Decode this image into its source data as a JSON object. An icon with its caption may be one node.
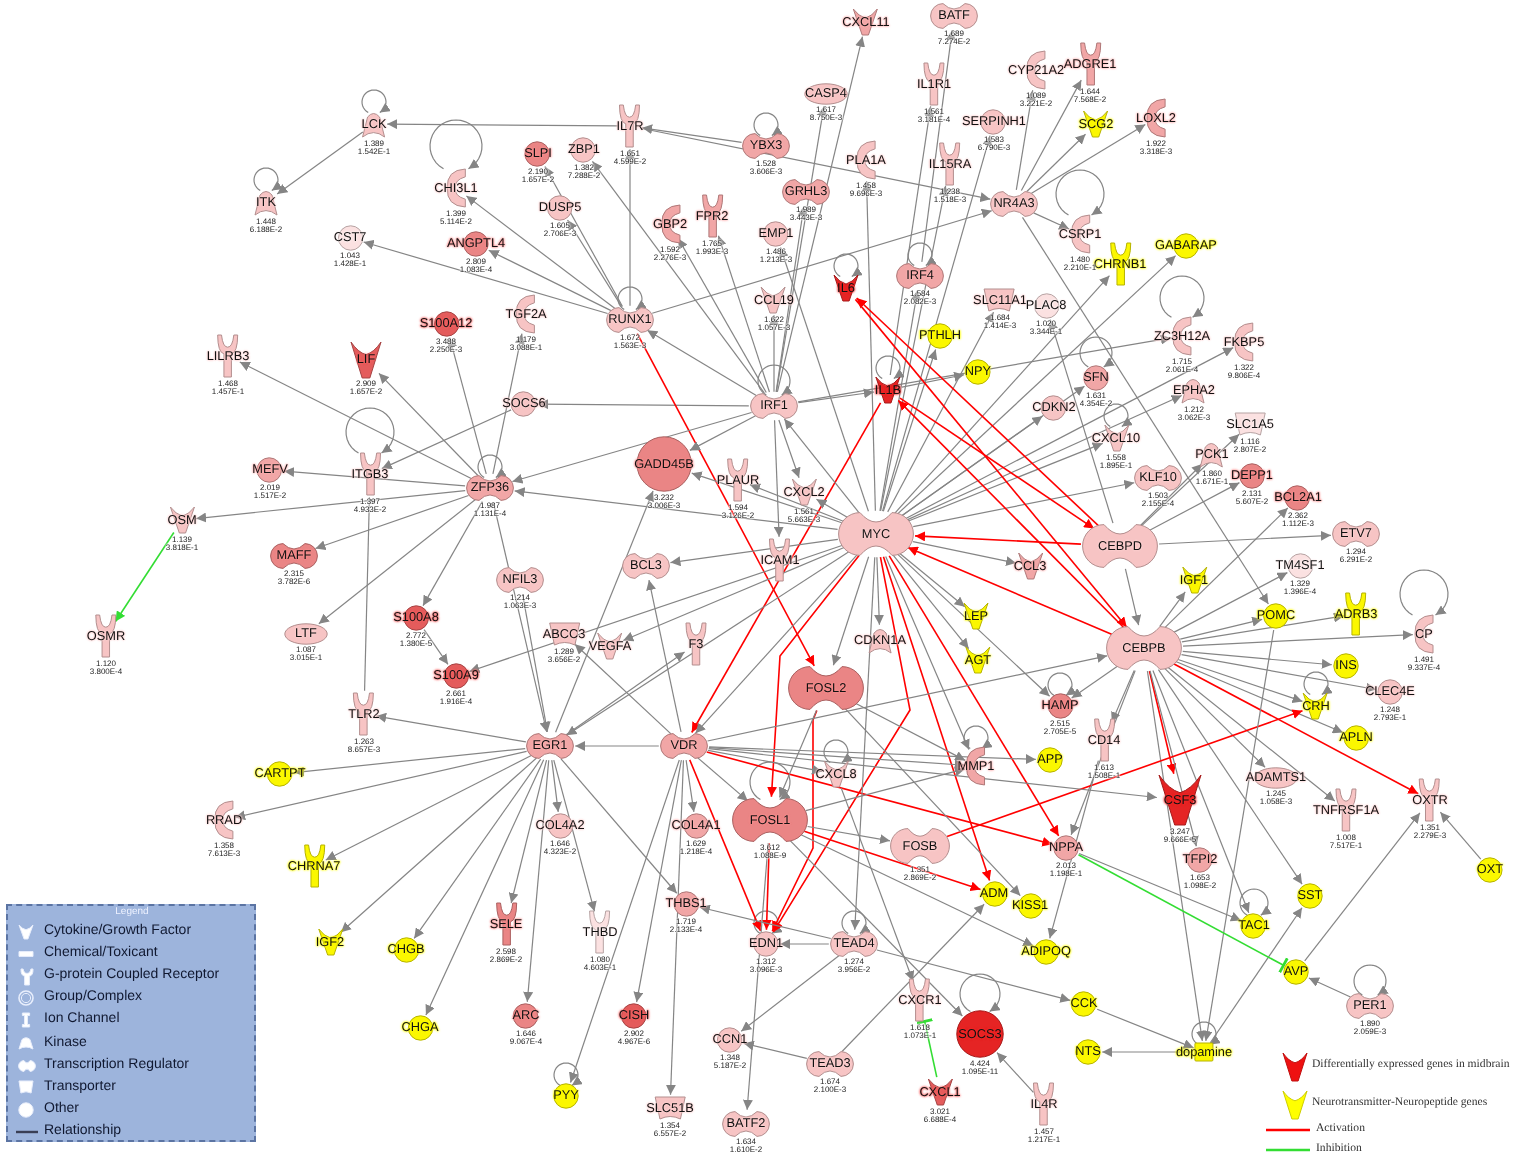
{
  "diagram": {
    "nodes": [
      {
        "text": [
          "CXCL11"
        ]
      },
      {
        "text": [
          "BATF"
        ],
        "beside": [
          "1.689",
          "7.274E-2"
        ]
      },
      {
        "text": [
          "CYP21A2"
        ],
        "beside": [
          "1.089",
          "3.221E-2"
        ]
      },
      {
        "text": [
          "ADGRE1"
        ],
        "beside": [
          "1.644",
          "7.568E-2"
        ]
      },
      {
        "text": [
          "CASP4"
        ],
        "beside": [
          "1.617",
          "8.750E-3"
        ]
      },
      {
        "text": [
          "IL1R1"
        ],
        "beside": [
          "1.561",
          "3.181E-4"
        ]
      },
      {
        "text": [
          "SCG2"
        ]
      },
      {
        "text": [
          "LOXL2"
        ],
        "beside": [
          "1.922",
          "3.318E-3"
        ]
      },
      {
        "text": [
          "LCK"
        ],
        "beside": [
          "1.389",
          "1.542E-1"
        ]
      },
      {
        "text": [
          "IL7R"
        ],
        "beside": [
          "1.651",
          "4.599E-2"
        ]
      },
      {
        "text": [
          "SERPINH1"
        ],
        "beside": [
          "1.583",
          "6.790E-3"
        ]
      },
      {
        "text": [
          "YBX3"
        ],
        "beside": [
          "1.528",
          "3.606E-3"
        ]
      },
      {
        "text": [
          "SLPI"
        ],
        "beside": [
          "2.190",
          "1.657E-2"
        ]
      },
      {
        "text": [
          "ZBP1"
        ],
        "beside": [
          "1.382",
          "7.288E-2"
        ]
      },
      {
        "text": [
          "PLA1A"
        ],
        "beside": [
          "1.458",
          "9.696E-3"
        ]
      },
      {
        "text": [
          "IL15RA"
        ],
        "beside": [
          "1.238",
          "1.518E-3"
        ]
      },
      {
        "text": [
          "CHI3L1"
        ],
        "beside": [
          "1.399",
          "5.114E-2"
        ]
      },
      {
        "text": [
          "GRHL3"
        ],
        "beside": [
          "1.989",
          "3.443E-3"
        ]
      },
      {
        "text": [
          "NR4A3"
        ]
      },
      {
        "text": [
          "ITK"
        ],
        "beside": [
          "1.448",
          "6.188E-2"
        ]
      },
      {
        "text": [
          "DUSP5"
        ],
        "beside": [
          "1.605",
          "2.706E-3"
        ]
      },
      {
        "text": [
          "GBP2"
        ],
        "beside": [
          "1.592",
          "2.276E-3"
        ]
      },
      {
        "text": [
          "FPR2"
        ],
        "beside": [
          "1.765",
          "1.993E-3"
        ]
      },
      {
        "text": [
          "EMP1"
        ],
        "beside": [
          "1.486",
          "1.213E-3"
        ]
      },
      {
        "text": [
          "CSRP1"
        ],
        "beside": [
          "1.480",
          "2.210E-1"
        ]
      },
      {
        "text": [
          "CHRNB1"
        ]
      },
      {
        "text": [
          "GABARAP"
        ]
      },
      {
        "text": [
          "CST7"
        ],
        "beside": [
          "1.043",
          "1.428E-1"
        ]
      },
      {
        "text": [
          "ANGPTL4"
        ],
        "beside": [
          "2.809",
          "1.083E-4"
        ]
      },
      {
        "text": [
          "IL6"
        ]
      },
      {
        "text": [
          "IRF4"
        ],
        "beside": [
          "1.584",
          "2.082E-3"
        ]
      },
      {
        "text": [
          "CCL19"
        ],
        "beside": [
          "1.622",
          "1.057E-3"
        ]
      },
      {
        "text": [
          "TGF2A"
        ],
        "beside": [
          "1.179",
          "3.088E-1"
        ]
      },
      {
        "text": [
          "RUNX1"
        ],
        "beside": [
          "1.672",
          "1.563E-3"
        ]
      },
      {
        "text": [
          "SLC11A1"
        ],
        "beside": [
          "1.684",
          "1.414E-3"
        ]
      },
      {
        "text": [
          "PLAC8"
        ],
        "beside": [
          "1.020",
          "3.344E-1"
        ]
      },
      {
        "text": [
          "S100A12"
        ],
        "beside": [
          "3.488",
          "2.250E-3"
        ]
      },
      {
        "text": [
          "ZC3H12A"
        ],
        "beside": [
          "1.715",
          "2.061E-4"
        ]
      },
      {
        "text": [
          "FKBP5"
        ],
        "beside": [
          "1.322",
          "9.806E-4"
        ]
      },
      {
        "text": [
          "PTHLH"
        ]
      },
      {
        "text": [
          "LIF"
        ],
        "beside": [
          "2.909",
          "1.657E-2"
        ]
      },
      {
        "text": [
          "LILRB3"
        ],
        "beside": [
          "1.468",
          "1.457E-1"
        ]
      },
      {
        "text": [
          "NPY"
        ]
      },
      {
        "text": [
          "SFN"
        ],
        "beside": [
          "1.631",
          "4.354E-2"
        ]
      },
      {
        "text": [
          "EPHA2"
        ],
        "beside": [
          "1.212",
          "3.062E-3"
        ]
      },
      {
        "text": [
          "IL1B"
        ]
      },
      {
        "text": [
          "IRF1"
        ]
      },
      {
        "text": [
          "CDKN2"
        ]
      },
      {
        "text": [
          "SOCS6"
        ]
      },
      {
        "text": [
          "SLC1A5"
        ],
        "beside": [
          "1.116",
          "2.807E-2"
        ]
      },
      {
        "text": [
          "CXCL10"
        ],
        "beside": [
          "1.558",
          "1.895E-1"
        ]
      },
      {
        "text": [
          "PCK1"
        ],
        "beside": [
          "1.860",
          "1.671E-1"
        ]
      },
      {
        "text": [
          "ITGB3"
        ],
        "beside": [
          "1.397",
          "4.933E-2"
        ]
      },
      {
        "text": [
          "MEFV"
        ],
        "beside": [
          "2.019",
          "1.517E-2"
        ]
      },
      {
        "text": [
          "ZFP36"
        ],
        "beside": [
          "1.987",
          "1.131E-4"
        ]
      },
      {
        "text": [
          "GADD45B"
        ],
        "beside": [
          "3.232",
          "3.006E-3"
        ]
      },
      {
        "text": [
          "PLAUR"
        ],
        "beside": [
          "1.594",
          "3.126E-2"
        ]
      },
      {
        "text": [
          "CXCL2"
        ],
        "beside": [
          "1.561",
          "5.663E-3"
        ]
      },
      {
        "text": [
          "KLF10"
        ],
        "beside": [
          "1.503",
          "2.155E-4"
        ]
      },
      {
        "text": [
          "DEPP1"
        ],
        "beside": [
          "2.131",
          "5.607E-2"
        ]
      },
      {
        "text": [
          "BCL2A1"
        ],
        "beside": [
          "2.362",
          "1.112E-3"
        ]
      },
      {
        "text": [
          "MYC"
        ]
      },
      {
        "text": [
          "CEBPD"
        ]
      },
      {
        "text": [
          "ETV7"
        ],
        "beside": [
          "1.294",
          "6.291E-2"
        ]
      },
      {
        "text": [
          "OSM"
        ],
        "beside": [
          "1.139",
          "3.818E-1"
        ]
      },
      {
        "text": [
          "MAFF"
        ],
        "beside": [
          "2.315",
          "3.782E-6"
        ]
      },
      {
        "text": [
          "BCL3"
        ]
      },
      {
        "text": [
          "ICAM1"
        ]
      },
      {
        "text": [
          "TM4SF1"
        ],
        "beside": [
          "1.329",
          "1.396E-4"
        ]
      },
      {
        "text": [
          "IGF1"
        ]
      },
      {
        "text": [
          "NFIL3"
        ],
        "beside": [
          "1.214",
          "1.063E-3"
        ]
      },
      {
        "text": [
          "LEP"
        ]
      },
      {
        "text": [
          "POMC"
        ]
      },
      {
        "text": [
          "ADRB3"
        ]
      },
      {
        "text": [
          "CP"
        ],
        "beside": [
          "1.491",
          "9.337E-4"
        ]
      },
      {
        "text": [
          "OSMR"
        ],
        "beside": [
          "1.120",
          "3.800E-4"
        ]
      },
      {
        "text": [
          "LTF"
        ],
        "beside": [
          "1.087",
          "3.015E-1"
        ]
      },
      {
        "text": [
          "S100A8"
        ],
        "beside": [
          "2.772",
          "1.380E-5"
        ]
      },
      {
        "text": [
          "ABCC3"
        ],
        "beside": [
          "1.289",
          "3.656E-2"
        ]
      },
      {
        "text": [
          "VEGFA"
        ]
      },
      {
        "text": [
          "F3"
        ]
      },
      {
        "text": [
          "CDKN1A"
        ]
      },
      {
        "text": [
          "CEBPB"
        ]
      },
      {
        "text": [
          "AGT"
        ]
      },
      {
        "text": [
          "INS"
        ]
      },
      {
        "text": [
          "S100A9"
        ],
        "beside": [
          "2.661",
          "1.916E-4"
        ]
      },
      {
        "text": [
          "FOSL2"
        ]
      },
      {
        "text": [
          "CLEC4E"
        ],
        "beside": [
          "1.248",
          "2.793E-1"
        ]
      },
      {
        "text": [
          "CRH"
        ]
      },
      {
        "text": [
          "HAMP"
        ],
        "beside": [
          "2.515",
          "2.705E-5"
        ]
      },
      {
        "text": [
          "TLR2"
        ],
        "beside": [
          "1.263",
          "8.657E-3"
        ]
      },
      {
        "text": [
          "APLN"
        ]
      },
      {
        "text": [
          "CD14"
        ],
        "beside": [
          "1.613",
          "1.508E-1"
        ]
      },
      {
        "text": [
          "EGR1"
        ]
      },
      {
        "text": [
          "VDR"
        ]
      },
      {
        "text": [
          "CXCL8"
        ]
      },
      {
        "text": [
          "MMP1"
        ]
      },
      {
        "text": [
          "APP"
        ]
      },
      {
        "text": [
          "ADAMTS1"
        ],
        "beside": [
          "1.245",
          "1.058E-3"
        ]
      },
      {
        "text": [
          "CARTPT"
        ]
      },
      {
        "text": [
          "CSF3"
        ],
        "beside": [
          "3.247",
          "9.666E-5"
        ]
      },
      {
        "text": [
          "TNFRSF1A"
        ],
        "beside": [
          "1.008",
          "7.517E-1"
        ]
      },
      {
        "text": [
          "OXTR"
        ],
        "beside": [
          "1.351",
          "2.279E-3"
        ]
      },
      {
        "text": [
          "FOSL1"
        ],
        "beside": [
          "3.612",
          "1.088E-9"
        ]
      },
      {
        "text": [
          "RRAD"
        ],
        "beside": [
          "1.358",
          "7.613E-3"
        ]
      },
      {
        "text": [
          "COL4A2"
        ],
        "beside": [
          "1.646",
          "4.323E-2"
        ]
      },
      {
        "text": [
          "COL4A1"
        ],
        "beside": [
          "1.629",
          "1.218E-4"
        ]
      },
      {
        "text": [
          "NPPA"
        ],
        "beside": [
          "2.013",
          "1.198E-1"
        ]
      },
      {
        "text": [
          "FOSB"
        ],
        "beside": [
          "1.351",
          "2.869E-2"
        ]
      },
      {
        "text": [
          "TFPI2"
        ],
        "beside": [
          "1.653",
          "1.098E-2"
        ]
      },
      {
        "text": [
          "CHRNA7"
        ]
      },
      {
        "text": [
          "OXT"
        ]
      },
      {
        "text": [
          "ADM"
        ]
      },
      {
        "text": [
          "KISS1"
        ]
      },
      {
        "text": [
          "SST"
        ]
      },
      {
        "text": [
          "SELE"
        ],
        "beside": [
          "2.598",
          "2.869E-2"
        ]
      },
      {
        "text": [
          "THBD"
        ],
        "beside": [
          "1.080",
          "4.603E-1"
        ]
      },
      {
        "text": [
          "THBS1"
        ],
        "beside": [
          "1.719",
          "2.133E-4"
        ]
      },
      {
        "text": [
          "EDN1"
        ],
        "beside": [
          "1.312",
          "3.096E-3"
        ]
      },
      {
        "text": [
          "TEAD4"
        ],
        "beside": [
          "1.274",
          "3.956E-2"
        ]
      },
      {
        "text": [
          "TAC1"
        ]
      },
      {
        "text": [
          "ADIPOQ"
        ]
      },
      {
        "text": [
          "IGF2"
        ]
      },
      {
        "text": [
          "CHGB"
        ]
      },
      {
        "text": [
          "AVP"
        ]
      },
      {
        "text": [
          "CXCR1"
        ],
        "beside": [
          "1.618",
          "1.073E-1"
        ]
      },
      {
        "text": [
          "PER1"
        ],
        "beside": [
          "1.890",
          "2.059E-3"
        ]
      },
      {
        "text": [
          "ARC"
        ],
        "beside": [
          "1.646",
          "9.067E-4"
        ]
      },
      {
        "text": [
          "CISH"
        ],
        "beside": [
          "2.902",
          "4.967E-6"
        ]
      },
      {
        "text": [
          "CCK"
        ]
      },
      {
        "text": [
          "SOCS3"
        ],
        "beside": [
          "4.424",
          "1.095E-11"
        ]
      },
      {
        "text": [
          "CHGA"
        ]
      },
      {
        "text": [
          "CCN1"
        ],
        "beside": [
          "1.348",
          "5.187E-2"
        ]
      },
      {
        "text": [
          "TEAD3"
        ],
        "beside": [
          "1.674",
          "2.100E-3"
        ]
      },
      {
        "text": [
          "NTS"
        ]
      },
      {
        "text": [
          "dopamine"
        ]
      },
      {
        "text": [
          "CXCL1"
        ],
        "beside": [
          "3.021",
          "6.688E-4"
        ]
      },
      {
        "text": [
          "PYY"
        ]
      },
      {
        "text": [
          "SLC51B"
        ],
        "beside": [
          "1.354",
          "6.557E-2"
        ]
      },
      {
        "text": [
          "IL4R"
        ],
        "beside": [
          "1.457",
          "1.217E-1"
        ]
      },
      {
        "text": [
          "BATF2"
        ],
        "beside": [
          "1.634",
          "1.610E-2"
        ]
      },
      {
        "text": [
          "CCL3"
        ]
      }
    ],
    "edges": [
      {
        "from": 8,
        "to": 8,
        "arrow": "to"
      },
      {
        "from": 19,
        "to": 19,
        "arrow": "to"
      },
      {
        "from": 16,
        "to": 16,
        "arrow": "to"
      },
      {
        "from": 11,
        "to": 11,
        "arrow": "to"
      },
      {
        "from": 52,
        "to": 52,
        "arrow": "to"
      },
      {
        "from": 54,
        "to": 54,
        "arrow": "to"
      },
      {
        "from": 33,
        "to": 33,
        "arrow": "to"
      },
      {
        "from": 30,
        "to": 30,
        "arrow": "to"
      },
      {
        "from": 43,
        "to": 43,
        "arrow": "to"
      },
      {
        "from": 50,
        "to": 50,
        "arrow": "to"
      },
      {
        "from": 37,
        "to": 37,
        "arrow": "to"
      },
      {
        "from": 24,
        "to": 24,
        "arrow": "to"
      },
      {
        "from": 46,
        "to": 46,
        "arrow": "to"
      },
      {
        "from": 103,
        "to": 103,
        "arrow": "to"
      },
      {
        "from": 95,
        "to": 95,
        "arrow": "to"
      },
      {
        "from": 96,
        "to": 96,
        "arrow": "to"
      },
      {
        "from": 89,
        "to": 89,
        "arrow": "to"
      },
      {
        "from": 88,
        "to": 88,
        "arrow": "to"
      },
      {
        "from": 74,
        "to": 74,
        "arrow": "to"
      },
      {
        "from": 120,
        "to": 120,
        "arrow": "to"
      },
      {
        "from": 119,
        "to": 119,
        "arrow": "to"
      },
      {
        "from": 118,
        "to": 118,
        "arrow": "to"
      },
      {
        "from": 126,
        "to": 126,
        "arrow": "to"
      },
      {
        "from": 130,
        "to": 130,
        "arrow": "to"
      },
      {
        "from": 135,
        "to": 135,
        "arrow": "to"
      },
      {
        "from": 137,
        "to": 137,
        "arrow": "to"
      },
      {
        "from": 29,
        "to": 29,
        "arrow": "to"
      },
      {
        "from": 45,
        "to": 45,
        "arrow": "to"
      },
      {
        "from": 8,
        "to": 19,
        "arrow": "to"
      },
      {
        "from": 9,
        "to": 8,
        "arrow": "to"
      },
      {
        "from": 54,
        "to": 41,
        "arrow": "to"
      },
      {
        "from": 54,
        "to": 40,
        "arrow": "to"
      },
      {
        "from": 54,
        "to": 53,
        "arrow": "to"
      },
      {
        "from": 54,
        "to": 64,
        "arrow": "to"
      },
      {
        "from": 54,
        "to": 65,
        "arrow": "to"
      },
      {
        "from": 54,
        "to": 76,
        "arrow": "to"
      },
      {
        "from": 54,
        "to": 36,
        "arrow": "to"
      },
      {
        "from": 48,
        "to": 52,
        "arrow": "to"
      },
      {
        "from": 52,
        "to": 90,
        "arrow": "none"
      },
      {
        "from": 33,
        "to": 27,
        "arrow": "to"
      },
      {
        "from": 33,
        "to": 16,
        "arrow": "to"
      },
      {
        "from": 33,
        "to": 28,
        "arrow": "to"
      },
      {
        "from": 11,
        "to": 9,
        "arrow": "to"
      },
      {
        "from": 9,
        "to": 18,
        "arrow": "to"
      },
      {
        "from": 33,
        "to": 18,
        "arrow": "to"
      },
      {
        "from": 46,
        "to": 0,
        "arrow": "to"
      },
      {
        "from": 30,
        "to": 1,
        "arrow": "to"
      },
      {
        "from": 46,
        "to": 4,
        "arrow": "to"
      },
      {
        "from": 45,
        "to": 5,
        "arrow": "to"
      },
      {
        "from": 61,
        "to": 15,
        "arrow": "to"
      },
      {
        "from": 61,
        "to": 10,
        "arrow": "to"
      },
      {
        "from": 61,
        "to": 14,
        "arrow": "to"
      },
      {
        "from": 46,
        "to": 17,
        "arrow": "to"
      },
      {
        "from": 61,
        "to": 23,
        "arrow": "to"
      },
      {
        "from": 46,
        "to": 21,
        "arrow": "to"
      },
      {
        "from": 46,
        "to": 22,
        "arrow": "to"
      },
      {
        "from": 46,
        "to": 31,
        "arrow": "to"
      },
      {
        "from": 46,
        "to": 13,
        "arrow": "to"
      },
      {
        "from": 33,
        "to": 12,
        "arrow": "to"
      },
      {
        "from": 33,
        "to": 20,
        "arrow": "to"
      },
      {
        "from": 33,
        "to": 9,
        "arrow": "to"
      },
      {
        "from": 61,
        "to": 30,
        "arrow": "to"
      },
      {
        "from": 46,
        "to": 48,
        "arrow": "to"
      },
      {
        "from": 46,
        "to": 45,
        "arrow": "to"
      },
      {
        "from": 45,
        "to": 42,
        "arrow": "to"
      },
      {
        "from": 61,
        "to": 39,
        "arrow": "to"
      },
      {
        "from": 61,
        "to": 34,
        "arrow": "to"
      },
      {
        "from": 62,
        "to": 35,
        "arrow": "to"
      },
      {
        "from": 18,
        "to": 3,
        "arrow": "to"
      },
      {
        "from": 18,
        "to": 6,
        "arrow": "to"
      },
      {
        "from": 18,
        "to": 7,
        "arrow": "to"
      },
      {
        "from": 18,
        "to": 2,
        "arrow": "to"
      },
      {
        "from": 18,
        "to": 24,
        "arrow": "to"
      },
      {
        "from": 18,
        "to": 72,
        "arrow": "to"
      },
      {
        "from": 61,
        "to": 25,
        "arrow": "to"
      },
      {
        "from": 61,
        "to": 26,
        "arrow": "to"
      },
      {
        "from": 46,
        "to": 37,
        "arrow": "to"
      },
      {
        "from": 61,
        "to": 38,
        "arrow": "to"
      },
      {
        "from": 61,
        "to": 43,
        "arrow": "to"
      },
      {
        "from": 61,
        "to": 44,
        "arrow": "to"
      },
      {
        "from": 62,
        "to": 49,
        "arrow": "to"
      },
      {
        "from": 62,
        "to": 51,
        "arrow": "to"
      },
      {
        "from": 62,
        "to": 59,
        "arrow": "to"
      },
      {
        "from": 82,
        "to": 60,
        "arrow": "to"
      },
      {
        "from": 62,
        "to": 63,
        "arrow": "to"
      },
      {
        "from": 82,
        "to": 68,
        "arrow": "to"
      },
      {
        "from": 61,
        "to": 58,
        "arrow": "to"
      },
      {
        "from": 61,
        "to": 47,
        "arrow": "to"
      },
      {
        "from": 61,
        "to": 50,
        "arrow": "to"
      },
      {
        "from": 82,
        "to": 69,
        "arrow": "to"
      },
      {
        "from": 82,
        "to": 72,
        "arrow": "to"
      },
      {
        "from": 82,
        "to": 73,
        "arrow": "to"
      },
      {
        "from": 82,
        "to": 74,
        "arrow": "to"
      },
      {
        "from": 82,
        "to": 84,
        "arrow": "to"
      },
      {
        "from": 82,
        "to": 87,
        "arrow": "to"
      },
      {
        "from": 82,
        "to": 88,
        "arrow": "to"
      },
      {
        "from": 82,
        "to": 91,
        "arrow": "to"
      },
      {
        "from": 82,
        "to": 98,
        "arrow": "to"
      },
      {
        "from": 82,
        "to": 101,
        "arrow": "to"
      },
      {
        "from": 82,
        "to": 102,
        "arrow": "to",
        "color": "#ff0000"
      },
      {
        "from": 82,
        "to": 100,
        "arrow": "to",
        "color": "#ff0000"
      },
      {
        "from": 82,
        "to": 114,
        "arrow": "to"
      },
      {
        "from": 82,
        "to": 120,
        "arrow": "to"
      },
      {
        "from": 82,
        "to": 135,
        "arrow": "to"
      },
      {
        "from": 82,
        "to": 109,
        "arrow": "to"
      },
      {
        "from": 82,
        "to": 92,
        "arrow": "to"
      },
      {
        "from": 82,
        "to": 89,
        "arrow": "to"
      },
      {
        "from": 82,
        "to": 107,
        "arrow": "to"
      },
      {
        "from": 62,
        "to": 61,
        "arrow": "to",
        "color": "#ff0000"
      },
      {
        "from": 82,
        "to": 61,
        "arrow": "to",
        "color": "#ff0000"
      },
      {
        "from": 62,
        "to": 82,
        "arrow": "to"
      },
      {
        "from": 62,
        "to": 29,
        "arrow": "to",
        "color": "#ff0000"
      },
      {
        "from": 82,
        "to": 45,
        "arrow": "to",
        "color": "#ff0000"
      },
      {
        "from": 45,
        "to": 62,
        "arrow": "to",
        "color": "#ff0000"
      },
      {
        "from": 29,
        "to": 82,
        "arrow": "to",
        "color": "#ff0000"
      },
      {
        "from": 61,
        "to": 103,
        "arrow": "to",
        "color": "#ff0000"
      },
      {
        "from": 61,
        "to": 118,
        "arrow": "to",
        "color": "#ff0000"
      },
      {
        "from": 86,
        "to": 118,
        "arrow": "to",
        "color": "#ff0000"
      },
      {
        "from": 103,
        "to": 118,
        "arrow": "to",
        "color": "#ff0000"
      },
      {
        "from": 94,
        "to": 118,
        "arrow": "to",
        "color": "#ff0000"
      },
      {
        "from": 103,
        "to": 112,
        "arrow": "to",
        "color": "#ff0000"
      },
      {
        "from": 61,
        "to": 112,
        "arrow": "to",
        "color": "#ff0000"
      },
      {
        "from": 94,
        "to": 107,
        "arrow": "to",
        "color": "#ff0000"
      },
      {
        "from": 108,
        "to": 88,
        "arrow": "to",
        "color": "#ff0000"
      },
      {
        "from": 45,
        "to": 94,
        "arrow": "to",
        "color": "#ff0000"
      },
      {
        "from": 61,
        "to": 107,
        "arrow": "to",
        "color": "#ff0000"
      },
      {
        "from": 33,
        "to": 86,
        "arrow": "to",
        "color": "#ff0000"
      },
      {
        "from": 103,
        "to": 96,
        "arrow": "to"
      },
      {
        "from": 94,
        "to": 96,
        "arrow": "to"
      },
      {
        "from": 61,
        "to": 96,
        "arrow": "to"
      },
      {
        "from": 61,
        "to": 81,
        "arrow": "to"
      },
      {
        "from": 94,
        "to": 95,
        "arrow": "to"
      },
      {
        "from": 103,
        "to": 108,
        "arrow": "to"
      },
      {
        "from": 119,
        "to": 118,
        "arrow": "to"
      },
      {
        "from": 119,
        "to": 132,
        "arrow": "to"
      },
      {
        "from": 133,
        "to": 132,
        "arrow": "to"
      },
      {
        "from": 119,
        "to": 117,
        "arrow": "to"
      },
      {
        "from": 133,
        "to": 112,
        "arrow": "to"
      },
      {
        "from": 103,
        "to": 140,
        "arrow": "to"
      },
      {
        "from": 95,
        "to": 125,
        "arrow": "to"
      },
      {
        "from": 136,
        "to": 125,
        "arrow": "other",
        "color": "#33dd33"
      },
      {
        "from": 103,
        "to": 130,
        "arrow": "to"
      },
      {
        "from": 139,
        "to": 130,
        "arrow": "to"
      },
      {
        "from": 135,
        "to": 134,
        "arrow": "to"
      },
      {
        "from": 129,
        "to": 135,
        "arrow": "to"
      },
      {
        "from": 135,
        "to": 114,
        "arrow": "to"
      },
      {
        "from": 72,
        "to": 135,
        "arrow": "to"
      },
      {
        "from": 107,
        "to": 124,
        "arrow": "other",
        "color": "#33dd33"
      },
      {
        "from": 124,
        "to": 102,
        "arrow": "to"
      },
      {
        "from": 111,
        "to": 102,
        "arrow": "to"
      },
      {
        "from": 126,
        "to": 124,
        "arrow": "to"
      },
      {
        "from": 107,
        "to": 120,
        "arrow": "to"
      },
      {
        "from": 86,
        "to": 113,
        "arrow": "to"
      },
      {
        "from": 103,
        "to": 121,
        "arrow": "to"
      },
      {
        "from": 94,
        "to": 97,
        "arrow": "to"
      },
      {
        "from": 61,
        "to": 71,
        "arrow": "to"
      },
      {
        "from": 61,
        "to": 83,
        "arrow": "to"
      },
      {
        "from": 92,
        "to": 121,
        "arrow": "to"
      },
      {
        "from": 94,
        "to": 100,
        "arrow": "to"
      },
      {
        "from": 93,
        "to": 99,
        "arrow": "to"
      },
      {
        "from": 93,
        "to": 104,
        "arrow": "to"
      },
      {
        "from": 93,
        "to": 110,
        "arrow": "to"
      },
      {
        "from": 93,
        "to": 122,
        "arrow": "to"
      },
      {
        "from": 93,
        "to": 123,
        "arrow": "to"
      },
      {
        "from": 93,
        "to": 131,
        "arrow": "to"
      },
      {
        "from": 93,
        "to": 90,
        "arrow": "to"
      },
      {
        "from": 93,
        "to": 115,
        "arrow": "to"
      },
      {
        "from": 93,
        "to": 127,
        "arrow": "to"
      },
      {
        "from": 93,
        "to": 116,
        "arrow": "to"
      },
      {
        "from": 93,
        "to": 105,
        "arrow": "to"
      },
      {
        "from": 93,
        "to": 117,
        "arrow": "to"
      },
      {
        "from": 94,
        "to": 93,
        "arrow": "to"
      },
      {
        "from": 94,
        "to": 106,
        "arrow": "to"
      },
      {
        "from": 94,
        "to": 128,
        "arrow": "to"
      },
      {
        "from": 94,
        "to": 138,
        "arrow": "to"
      },
      {
        "from": 94,
        "to": 137,
        "arrow": "to"
      },
      {
        "from": 94,
        "to": 103,
        "arrow": "to"
      },
      {
        "from": 77,
        "to": 85,
        "arrow": "to"
      },
      {
        "from": 54,
        "to": 77,
        "arrow": "to"
      },
      {
        "from": 61,
        "to": 85,
        "arrow": "to"
      },
      {
        "from": 70,
        "to": 93,
        "arrow": "to"
      },
      {
        "from": 94,
        "to": 78,
        "arrow": "to"
      },
      {
        "from": 61,
        "to": 79,
        "arrow": "to"
      },
      {
        "from": 93,
        "to": 80,
        "arrow": "to"
      },
      {
        "from": 94,
        "to": 66,
        "arrow": "to"
      },
      {
        "from": 46,
        "to": 67,
        "arrow": "to"
      },
      {
        "from": 61,
        "to": 56,
        "arrow": "to"
      },
      {
        "from": 93,
        "to": 55,
        "arrow": "to"
      },
      {
        "from": 61,
        "to": 55,
        "arrow": "to"
      },
      {
        "from": 46,
        "to": 57,
        "arrow": "to"
      },
      {
        "from": 61,
        "to": 57,
        "arrow": "to"
      },
      {
        "from": 61,
        "to": 54,
        "arrow": "to"
      },
      {
        "from": 46,
        "to": 54,
        "arrow": "to"
      },
      {
        "from": 54,
        "to": 93,
        "arrow": "to"
      },
      {
        "from": 46,
        "to": 33,
        "arrow": "to"
      },
      {
        "from": 54,
        "to": 32,
        "arrow": "to"
      },
      {
        "from": 64,
        "to": 75,
        "arrow": "to",
        "color": "#33dd33"
      },
      {
        "from": 61,
        "to": 46,
        "arrow": "to"
      },
      {
        "from": 61,
        "to": 93,
        "arrow": "to"
      },
      {
        "from": 61,
        "to": 94,
        "arrow": "to"
      },
      {
        "from": 61,
        "to": 86,
        "arrow": "to"
      },
      {
        "from": 94,
        "to": 82,
        "arrow": "to"
      },
      {
        "from": 86,
        "to": 103,
        "arrow": "to"
      },
      {
        "from": 86,
        "to": 96,
        "arrow": "to"
      },
      {
        "from": 61,
        "to": 119,
        "arrow": "to"
      },
      {
        "from": 61,
        "to": 89,
        "arrow": "to"
      },
      {
        "from": 119,
        "to": 129,
        "arrow": "to"
      },
      {
        "from": 61,
        "to": 66,
        "arrow": "to"
      },
      {
        "from": 46,
        "to": 55,
        "arrow": "to"
      },
      {
        "from": 61,
        "to": 141,
        "arrow": "to"
      }
    ],
    "labels": [
      "Legend"
    ],
    "legend": [
      {
        "text": "Cytokine/Growth Factor"
      },
      {
        "text": "Chemical/Toxicant"
      },
      {
        "text": "G-protein Coupled Receptor"
      },
      {
        "text": "Group/Complex"
      },
      {
        "text": "Ion Channel"
      },
      {
        "text": "Kinase"
      },
      {
        "text": "Transcription Regulator"
      },
      {
        "text": "Transporter"
      },
      {
        "text": "Other"
      },
      {
        "text": "Relationship"
      },
      {
        "text": "Differentially expressed genes in midbrain",
        "color": "#ee1111"
      },
      {
        "text": "Neurotransmitter-Neuropeptide genes",
        "color": "#ffff00"
      },
      {
        "text": "Activation",
        "color": "#ff0000"
      },
      {
        "text": "Inhibition",
        "color": "#33dd33"
      }
    ]
  }
}
